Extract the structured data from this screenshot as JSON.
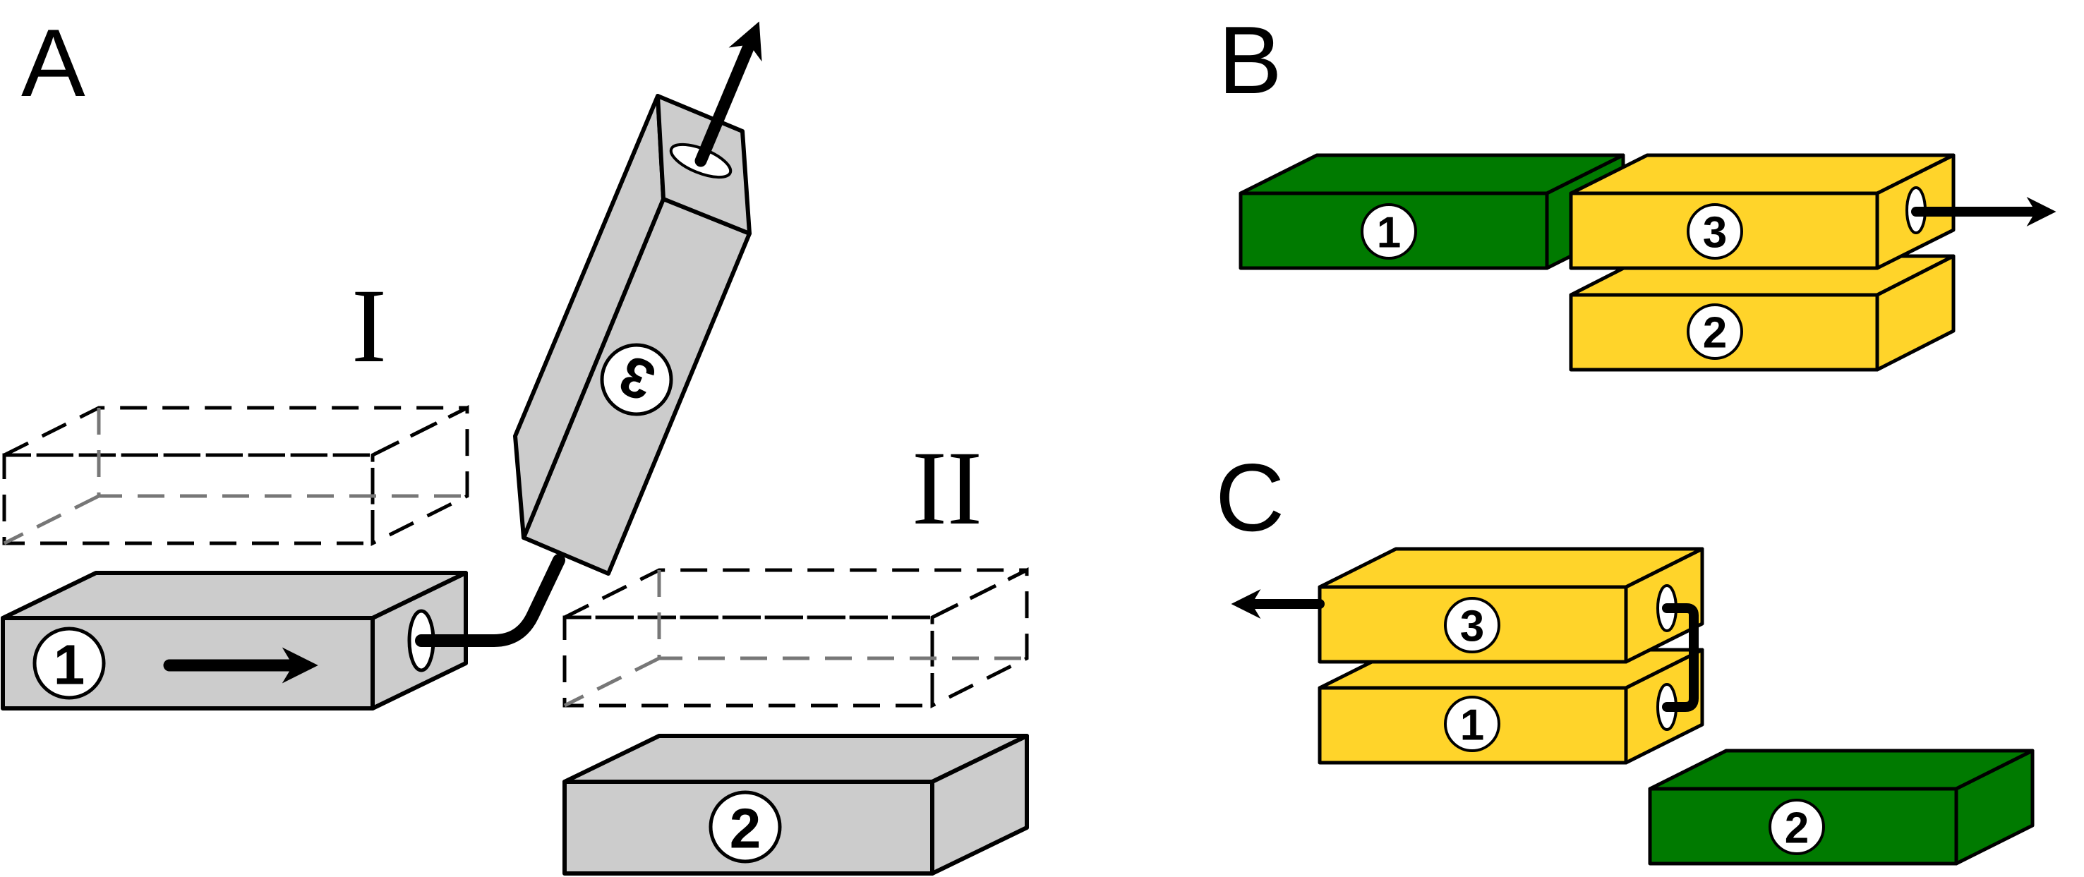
{
  "panels": {
    "a": {
      "letter": "A"
    },
    "b": {
      "letter": "B"
    },
    "c": {
      "letter": "C"
    }
  },
  "positions": {
    "first": "I",
    "second": "II"
  },
  "block_labels": {
    "one": "1",
    "two": "2",
    "three": "3"
  },
  "colors": {
    "gray": "#cccccc",
    "green": "#007a00",
    "yellow": "#ffd42a",
    "outline": "#000000"
  }
}
